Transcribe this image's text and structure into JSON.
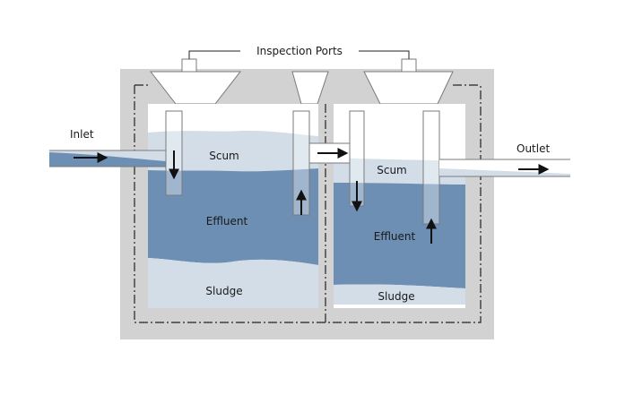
{
  "labels": {
    "inspection_ports": "Inspection Ports",
    "inlet": "Inlet",
    "outlet": "Outlet",
    "scum_left": "Scum",
    "effluent_left": "Effluent",
    "sludge_left": "Sludge",
    "scum_right": "Scum",
    "effluent_right": "Effluent",
    "sludge_right": "Sludge"
  },
  "colors": {
    "concrete": "#d2d2d2",
    "tank_interior": "#ffffff",
    "scum": "#d2dde8",
    "effluent": "#6d8fb4",
    "sludge": "#d2dde8",
    "pipe": "#ffffff",
    "pipe_outline": "#7a7a7a",
    "arrow": "#111111",
    "dash_line": "#222222"
  }
}
